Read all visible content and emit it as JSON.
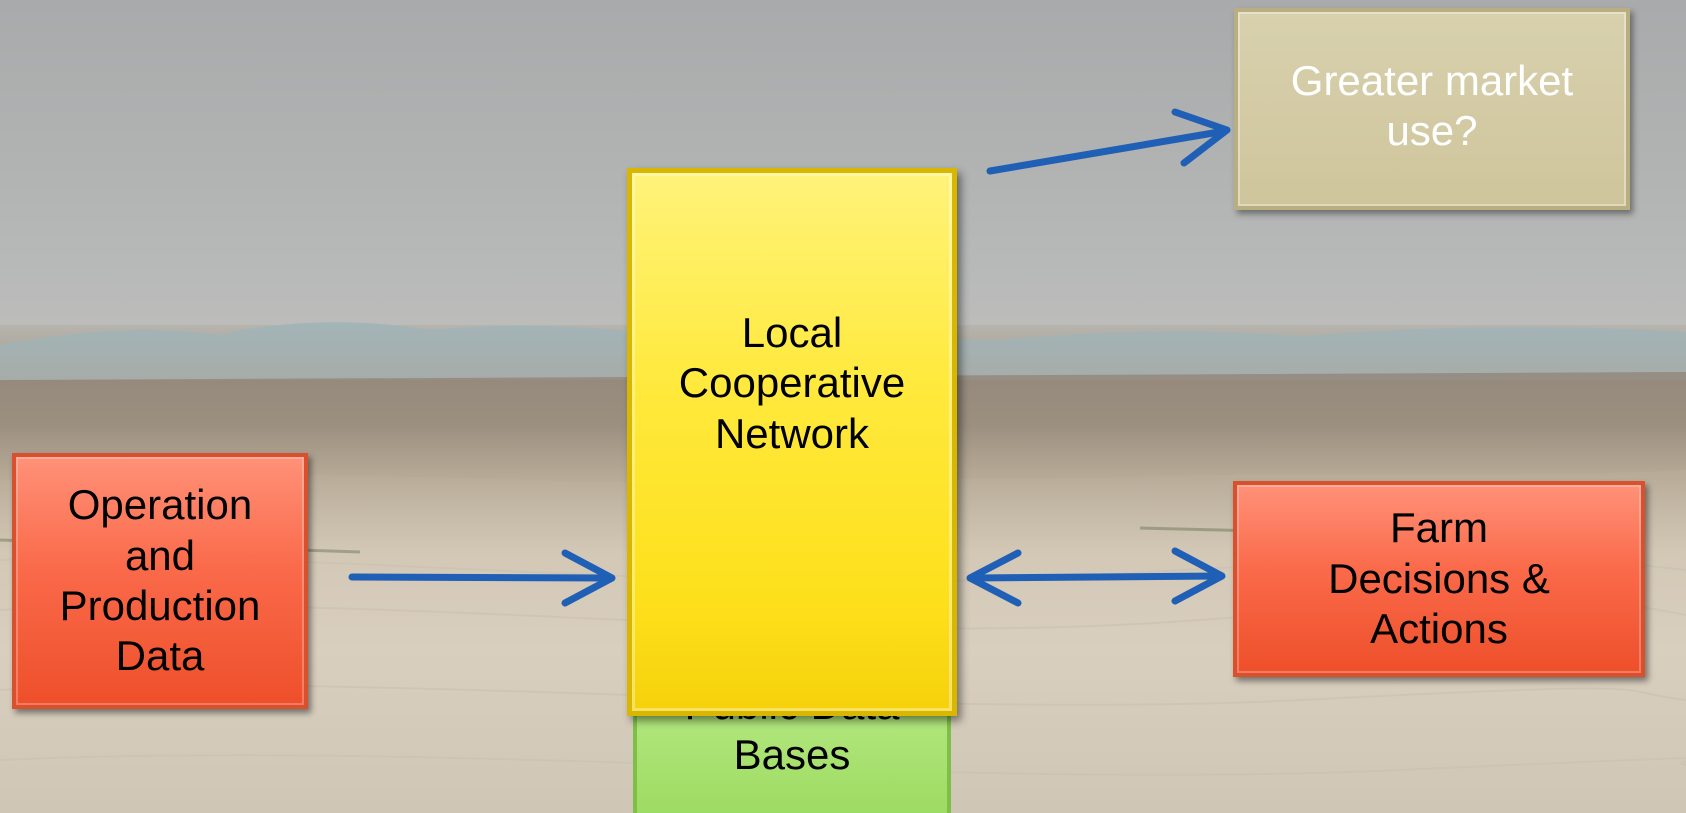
{
  "diagram": {
    "nodes": {
      "operation": "Operation and Production Data",
      "local": "Local Cooperative Network",
      "public": "Public Data Bases",
      "market": "Greater market use?",
      "farm": "Farm Decisions & Actions"
    },
    "edges": [
      {
        "from": "operation",
        "to": "local",
        "direction": "one-way"
      },
      {
        "from": "local",
        "to": "market",
        "direction": "one-way"
      },
      {
        "from": "local",
        "to": "farm",
        "direction": "two-way"
      }
    ],
    "colors": {
      "primary_box": "#fa6a4a",
      "network_box": "#ffe93c",
      "public_box": "#a6e06c",
      "market_box": "#d3caa3",
      "arrow": "#1f5fb5"
    }
  }
}
